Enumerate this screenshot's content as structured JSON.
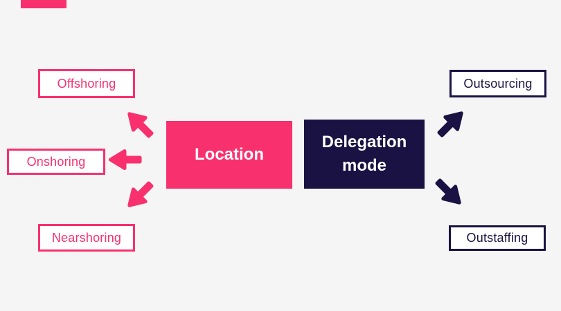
{
  "colors": {
    "pink": "#f8306e",
    "navy": "#1a1242",
    "bg": "#f5f5f5",
    "node_bg": "#ffffff",
    "hub_text": "#ffffff"
  },
  "location_group": {
    "hub_label": "Location",
    "nodes": [
      {
        "label": "Offshoring",
        "direction": "up-left"
      },
      {
        "label": "Onshoring",
        "direction": "left"
      },
      {
        "label": "Nearshoring",
        "direction": "down-left"
      }
    ]
  },
  "delegation_group": {
    "hub_label": "Delegation mode",
    "nodes": [
      {
        "label": "Outsourcing",
        "direction": "up-right"
      },
      {
        "label": "Outstaffing",
        "direction": "down-right"
      }
    ]
  }
}
